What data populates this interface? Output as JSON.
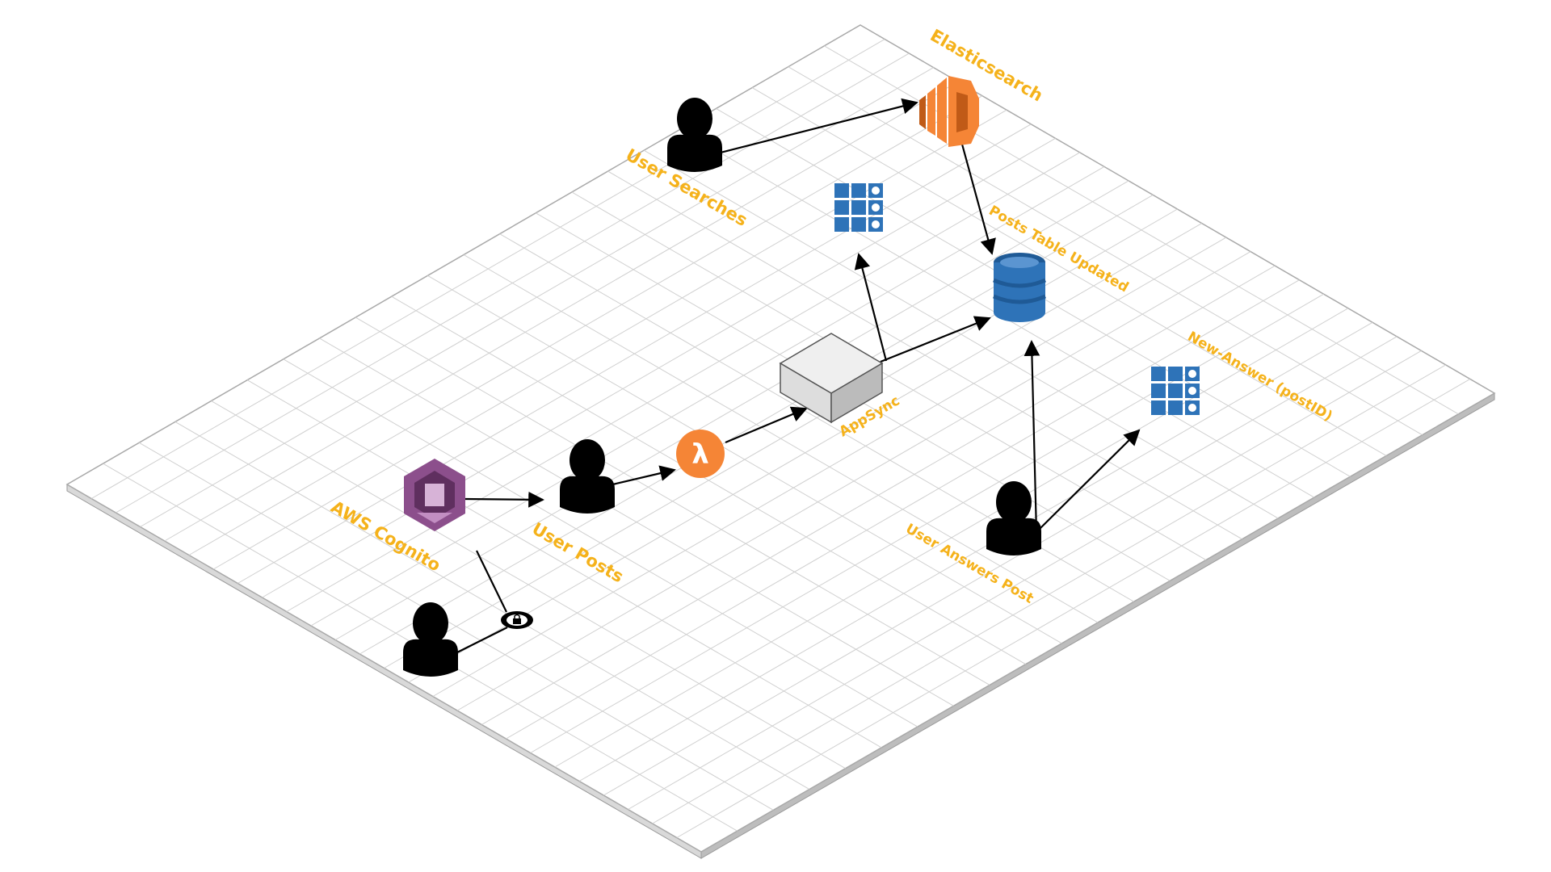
{
  "labels": {
    "elasticsearch": "Elasticsearch",
    "user_searches": "User Searches",
    "posts_table_updated": "Posts Table Updated",
    "new_answer": "New-Answer (postID)",
    "appsync": "AppSync",
    "aws_cognito": "AWS Cognito",
    "user_posts": "User Posts",
    "user_answers_post": "User Answers Post"
  },
  "icons": {
    "user": "user-icon",
    "elasticsearch": "elasticsearch-icon",
    "dynamodb": "dynamodb-table-icon",
    "subscription": "appsync-subscription-icon",
    "appsync": "appsync-cube-icon",
    "lambda": "lambda-icon",
    "cognito": "cognito-icon",
    "lock": "lock-icon"
  },
  "colors": {
    "label": "#F5B21B",
    "grid_line": "#D0D0D0",
    "aws_orange": "#F58536",
    "aws_blue": "#2E73B8",
    "cognito_purple": "#8C4F8C"
  }
}
